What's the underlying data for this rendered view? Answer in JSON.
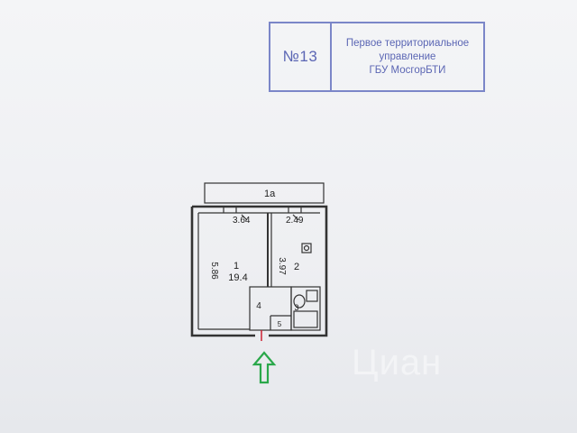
{
  "stamp": {
    "number": "№13",
    "line1": "Первое территориальное",
    "line2": "управление",
    "line3": "ГБУ МосгорБТИ"
  },
  "plan": {
    "balcony_label": "1а",
    "room1": {
      "number": "1",
      "area": "19.4",
      "width": "3.64",
      "length": "5.86"
    },
    "room2": {
      "number": "2",
      "width": "2.49",
      "length": "3.97"
    },
    "room3": {
      "number": "3"
    },
    "room4": {
      "number": "4"
    },
    "room5": {
      "number": "5"
    }
  },
  "entrance_arrow_color": "#2aa84a",
  "watermark": "Циан"
}
